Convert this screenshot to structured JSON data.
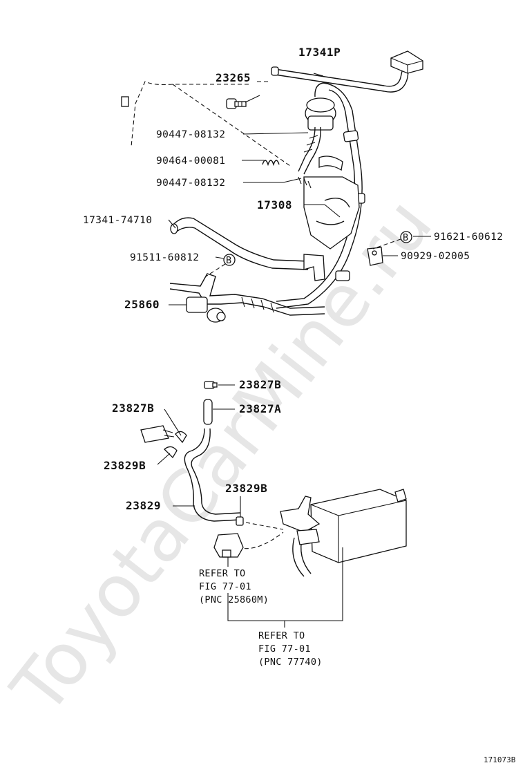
{
  "watermark": "ToyotaCarMine.ru",
  "figure_code": "171073B",
  "labels": {
    "p17341p": "17341P",
    "p23265": "23265",
    "p90447a": "90447-08132",
    "p90464": "90464-00081",
    "p90447b": "90447-08132",
    "p17308": "17308",
    "p17341": "17341-74710",
    "p91621": "91621-60612",
    "p91511": "91511-60812",
    "p90929": "90929-02005",
    "p25860": "25860",
    "p23827b_top": "23827B",
    "p23827a": "23827A",
    "p23827b_left": "23827B",
    "p23829b_left": "23829B",
    "p23829b_mid": "23829B",
    "p23829": "23829"
  },
  "callouts": {
    "b1": "B",
    "b2": "B"
  },
  "refer1": {
    "line1": "REFER TO",
    "line2": "FIG 77-01",
    "line3": "(PNC 25860M)"
  },
  "refer2": {
    "line1": "REFER TO",
    "line2": "FIG 77-01",
    "line3": "(PNC 77740)"
  }
}
